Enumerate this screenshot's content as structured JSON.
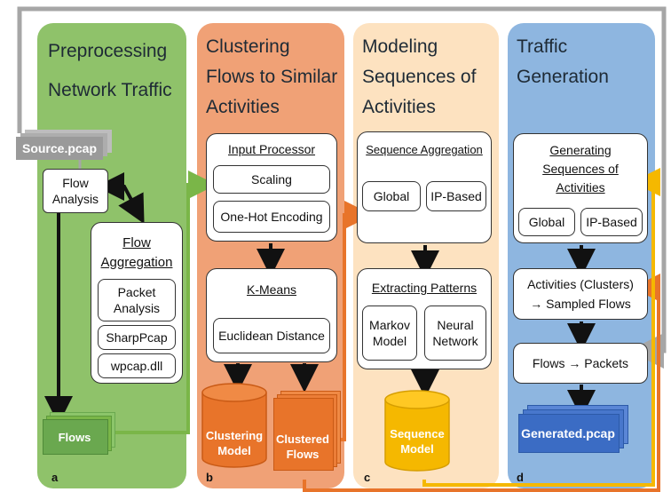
{
  "panels": {
    "a": {
      "title": "Preprocessing\nNetwork Traffic",
      "letter": "a",
      "color": "#8fc26a"
    },
    "b": {
      "title": "Clustering\nFlows to Similar\nActivities",
      "letter": "b",
      "color": "#f0a176"
    },
    "c": {
      "title": "Modeling\nSequences of\nActivities",
      "letter": "c",
      "color": "#fde2c0"
    },
    "d": {
      "title": "Traffic\nGeneration",
      "letter": "d",
      "color": "#8eb6e0"
    }
  },
  "a": {
    "source": "Source.pcap",
    "flow_analysis": "Flow\nAnalysis",
    "flow_aggregation": "Flow\nAggregation",
    "packet_analysis": "Packet\nAnalysis",
    "sharppcap": "SharpPcap",
    "wpcap": "wpcap.dll",
    "flows": "Flows"
  },
  "b": {
    "input_processor": "Input Processor",
    "scaling": "Scaling",
    "one_hot": "One-Hot Encoding",
    "kmeans": "K-Means",
    "euclidean": "Euclidean Distance",
    "clustering_model": "Clustering\nModel",
    "clustered_flows": "Clustered\nFlows"
  },
  "c": {
    "sequence_aggregation": "Sequence Aggregation",
    "global": "Global",
    "ip_based": "IP-Based",
    "extracting_patterns": "Extracting Patterns",
    "markov": "Markov\nModel",
    "neural": "Neural\nNetwork",
    "sequence_model": "Sequence\nModel"
  },
  "d": {
    "generating": "Generating\nSequences of\nActivities",
    "global": "Global",
    "ip_based": "IP-Based",
    "activities": "Activities (Clusters)\n→ Sampled Flows",
    "flows_packets": "Flows → Packets",
    "generated": "Generated.pcap"
  },
  "colors": {
    "green_file": "#6aa84f",
    "orange_file": "#e8742a",
    "yellow_file": "#f5b800",
    "blue_file": "#3b6cc4",
    "gray_file": "#9a9a9a",
    "gray_line": "#a6a6a6",
    "green_line": "#7ab648",
    "orange_line": "#e8742a",
    "yellow_line": "#f5b800"
  }
}
